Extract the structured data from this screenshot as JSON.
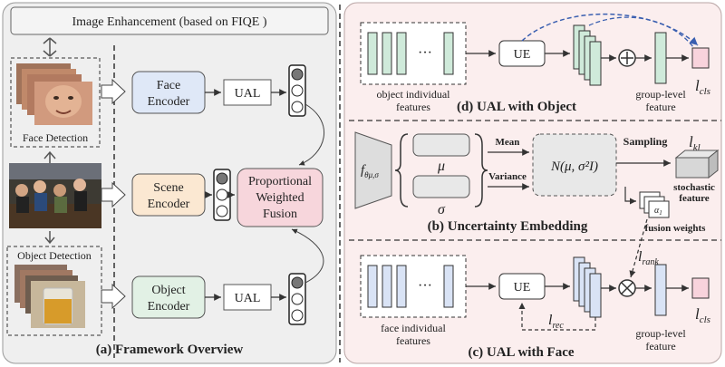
{
  "colors": {
    "left_bg": "#efefef",
    "right_bg": "#fbeeee",
    "face_encoder_fill": "#dfe8f7",
    "scene_encoder_fill": "#fbe8d2",
    "object_encoder_fill": "#e2f1e5",
    "fusion_fill": "#f7d6dc",
    "cls_fill": "#f8d3dc",
    "feature_blue": "#d9e3f5",
    "feature_green": "#cfeada",
    "box_gray": "#e8e8e8"
  },
  "left": {
    "enhancement": "Image Enhancement (based on FIQE )",
    "face_detection": "Face Detection",
    "object_detection": "Object Detection",
    "face_encoder": [
      "Face",
      "Encoder"
    ],
    "scene_encoder": [
      "Scene",
      "Encoder"
    ],
    "object_encoder": [
      "Object",
      "Encoder"
    ],
    "ual": "UAL",
    "fusion": [
      "Proportional",
      "Weighted",
      "Fusion"
    ],
    "caption": "(a) Framework Overview"
  },
  "panel_d": {
    "features_caption": [
      "object individual",
      "features"
    ],
    "ue": "UE",
    "group_caption": [
      "group-level",
      "feature"
    ],
    "l_cls": "l",
    "l_cls_sub": "cls",
    "title": "(d) UAL with Object"
  },
  "panel_b": {
    "f_main": "f",
    "f_sub": "θμ,σ",
    "mu": "μ",
    "sigma": "σ",
    "mean": "Mean",
    "variance": "Variance",
    "normal": "N(μ, σ²I)",
    "sampling": "Sampling",
    "l_kl": "l",
    "l_kl_sub": "kl",
    "stochastic": [
      "stochastic",
      "feature"
    ],
    "alpha": "α",
    "alpha_sub": "1",
    "fusion_weights": "fusion weights",
    "title": "(b) Uncertainty Embedding"
  },
  "panel_c": {
    "features_caption": [
      "face individual",
      "features"
    ],
    "ue": "UE",
    "l_rec": "l",
    "l_rec_sub": "rec",
    "l_rank": "l",
    "l_rank_sub": "rank",
    "group_caption": [
      "group-level",
      "feature"
    ],
    "l_cls": "l",
    "l_cls_sub": "cls",
    "title": "(c) UAL with Face"
  }
}
